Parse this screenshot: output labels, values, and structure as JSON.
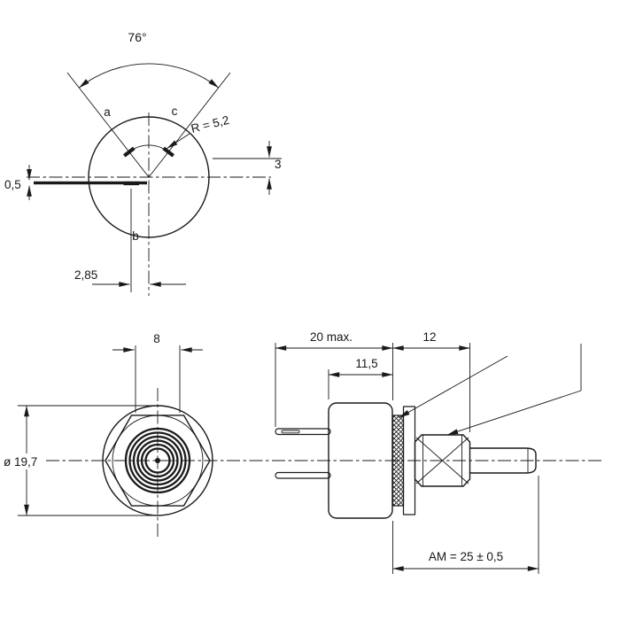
{
  "colors": {
    "ink": "#1a1a1a",
    "paper": "#ffffff"
  },
  "rear_view": {
    "angle": "76°",
    "pin_circle_radius": "R = 5,2",
    "terminal_a": "a",
    "terminal_b": "b",
    "terminal_c": "c",
    "slot_thickness": "0,5",
    "row_offset": "3",
    "terminal_b_offset": "2,85"
  },
  "front_view": {
    "flat_width": "8",
    "body_diameter": "ø 19,7"
  },
  "side_view": {
    "overall_terminal_length": "20 max.",
    "body_length": "11,5",
    "bushing_length": "12",
    "shaft_dimension": "AM = 25 ± 0,5"
  }
}
